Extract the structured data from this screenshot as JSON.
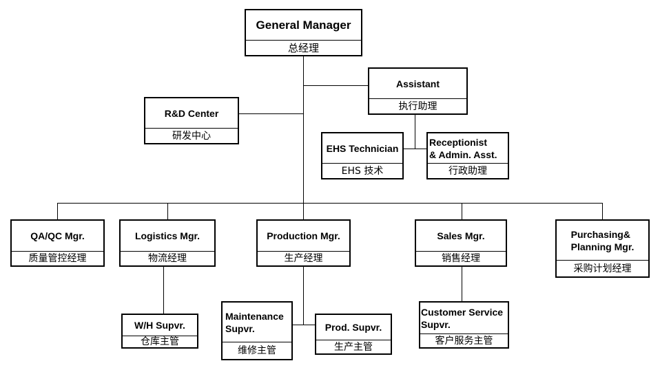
{
  "nodes": {
    "general_manager": {
      "title": "General Manager",
      "subtitle": "总经理"
    },
    "assistant": {
      "title": "Assistant",
      "subtitle": "执行助理"
    },
    "rd_center": {
      "title": "R&D Center",
      "subtitle": "研发中心"
    },
    "ehs_technician": {
      "title": "EHS Technician",
      "subtitle": "EHS 技术"
    },
    "receptionist": {
      "title": "Receptionist\n& Admin. Asst.",
      "subtitle": "行政助理"
    },
    "qaqc_mgr": {
      "title": "QA/QC Mgr.",
      "subtitle": "质量管控经理"
    },
    "logistics_mgr": {
      "title": "Logistics Mgr.",
      "subtitle": "物流经理"
    },
    "production_mgr": {
      "title": "Production Mgr.",
      "subtitle": "生产经理"
    },
    "sales_mgr": {
      "title": "Sales Mgr.",
      "subtitle": "销售经理"
    },
    "purchasing_mgr": {
      "title": "Purchasing&\nPlanning Mgr.",
      "subtitle": "采购计划经理"
    },
    "wh_supvr": {
      "title": "W/H Supvr.",
      "subtitle": "仓库主管"
    },
    "maintenance_supvr": {
      "title": "Maintenance\nSupvr.",
      "subtitle": "维修主管"
    },
    "prod_supvr": {
      "title": "Prod. Supvr.",
      "subtitle": "生产主管"
    },
    "customer_service_supvr": {
      "title": "Customer Service\nSupvr.",
      "subtitle": "客户服务主管"
    }
  }
}
